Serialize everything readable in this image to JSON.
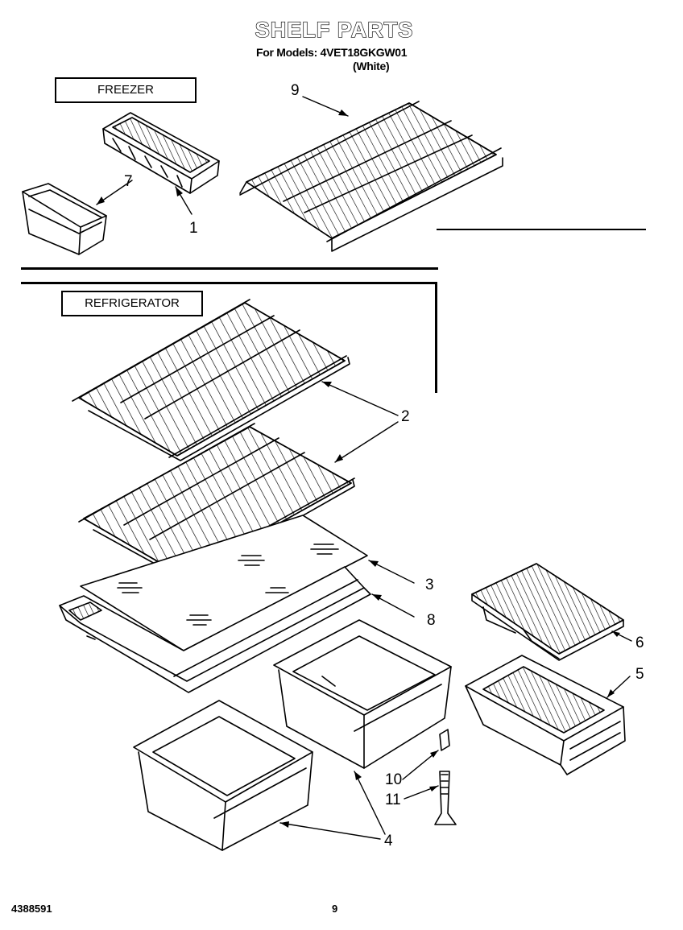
{
  "header": {
    "title": "SHELF PARTS",
    "models_line": "For Models: 4VET18GKGW01",
    "color_note": "(White)"
  },
  "sections": {
    "freezer_label": "FREEZER",
    "refrigerator_label": "REFRIGERATOR"
  },
  "callouts": {
    "c1": "1",
    "c2": "2",
    "c3": "3",
    "c4": "4",
    "c5": "5",
    "c6": "6",
    "c7": "7",
    "c8": "8",
    "c9": "9",
    "c10": "10",
    "c11": "11"
  },
  "footer": {
    "doc_number": "4388591",
    "page_number": "9"
  }
}
